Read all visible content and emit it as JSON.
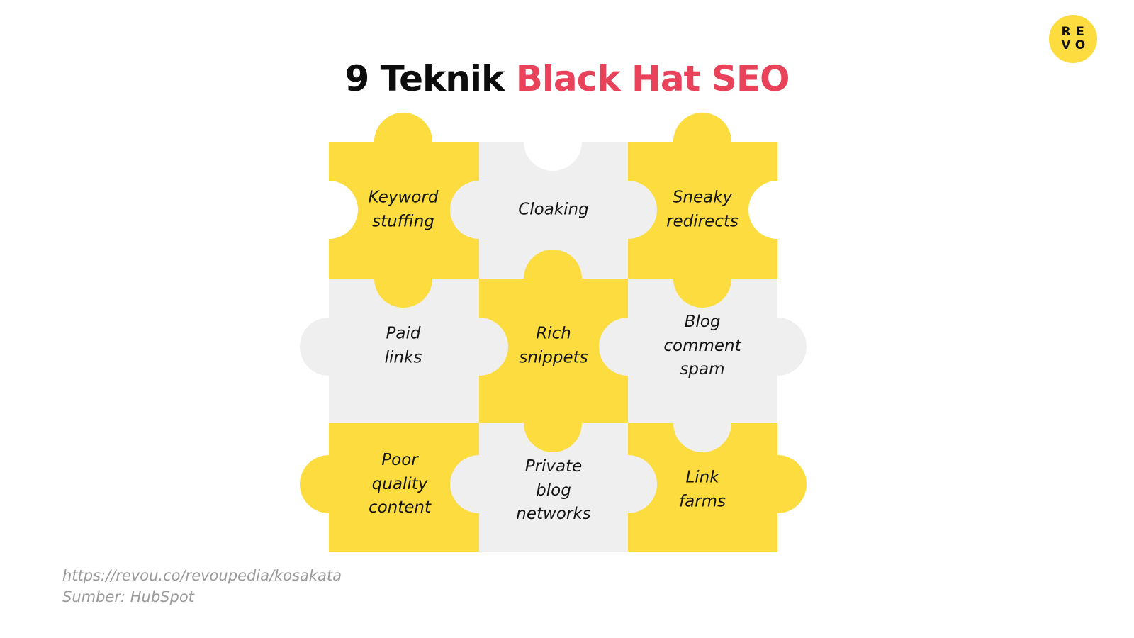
{
  "title": {
    "prefix": "9 Teknik ",
    "accent": "Black Hat SEO"
  },
  "logo": {
    "letters": [
      "R",
      "E",
      "V",
      "O"
    ],
    "color": "#FCDC3E"
  },
  "colors": {
    "yellow": "#FCDC3E",
    "gray": "#F0EFEF",
    "accent_red": "#E8435A",
    "text": "#141414"
  },
  "puzzle": {
    "pieces": [
      {
        "id": "keyword-stuffing",
        "row": 0,
        "col": 0,
        "color": "yellow",
        "label": "Keyword\nstuffing"
      },
      {
        "id": "cloaking",
        "row": 0,
        "col": 1,
        "color": "gray",
        "label": "Cloaking"
      },
      {
        "id": "sneaky-redirects",
        "row": 0,
        "col": 2,
        "color": "yellow",
        "label": "Sneaky\nredirects"
      },
      {
        "id": "paid-links",
        "row": 1,
        "col": 0,
        "color": "gray",
        "label": "Paid\nlinks"
      },
      {
        "id": "rich-snippets",
        "row": 1,
        "col": 1,
        "color": "yellow",
        "label": "Rich\nsnippets"
      },
      {
        "id": "blog-comment-spam",
        "row": 1,
        "col": 2,
        "color": "gray",
        "label": "Blog\ncomment\nspam"
      },
      {
        "id": "poor-quality-content",
        "row": 2,
        "col": 0,
        "color": "yellow",
        "label": "Poor\nquality\ncontent"
      },
      {
        "id": "private-blog-networks",
        "row": 2,
        "col": 1,
        "color": "gray",
        "label": "Private\nblog\nnetworks"
      },
      {
        "id": "link-farms",
        "row": 2,
        "col": 2,
        "color": "yellow",
        "label": "Link\nfarms"
      }
    ]
  },
  "footer": {
    "url": "https://revou.co/revoupedia/kosakata",
    "source": "Sumber: HubSpot"
  }
}
